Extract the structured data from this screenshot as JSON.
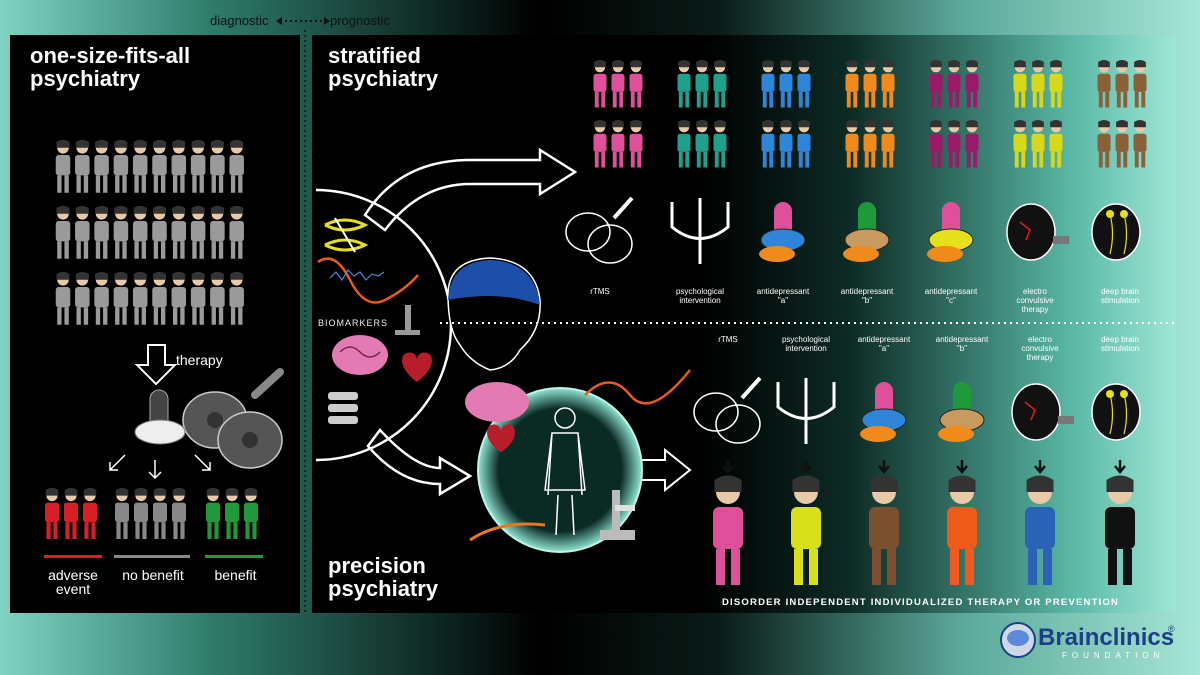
{
  "header": {
    "left": "diagnostic",
    "right": "prognostic"
  },
  "left_panel": {
    "title": "one-size-fits-all\npsychiatry",
    "therapy_label": "therapy",
    "outcomes": [
      {
        "label": "adverse\nevent",
        "color": "#d91f26"
      },
      {
        "label": "no benefit",
        "color": "#888888"
      },
      {
        "label": "benefit",
        "color": "#1f9a3a"
      }
    ]
  },
  "stratified": {
    "title": "stratified\npsychiatry",
    "group_colors": [
      "#e0509a",
      "#1fa08c",
      "#2f86d8",
      "#f08a1a",
      "#9a1a6a",
      "#d8d81a",
      "#8a6038"
    ],
    "treatments": [
      "rTMS",
      "psychological\nintervention",
      "antidepressant\n\"a\"",
      "antidepressant\n\"b\"",
      "antidepressant\n\"c\"",
      "electro\nconvulsive\ntherapy",
      "deep brain\nstimulation"
    ]
  },
  "center": {
    "biomarkers_label": "BIOMARKERS"
  },
  "precision": {
    "title": "precision\npsychiatry",
    "treatments": [
      "rTMS",
      "psychological\nintervention",
      "antidepressant\n\"a\"",
      "antidepressant\n\"b\"",
      "electro\nconvulsive\ntherapy",
      "deep brain\nstimulation"
    ],
    "person_colors": [
      "#e0509a",
      "#d8e01a",
      "#7a5030",
      "#f05a1a",
      "#2a62b8",
      "#111111"
    ],
    "footer": "DISORDER INDEPENDENT INDIVIDUALIZED THERAPY OR PREVENTION"
  },
  "logo": {
    "name": "Brainclinics",
    "registered": "®",
    "sub": "FOUNDATION"
  }
}
